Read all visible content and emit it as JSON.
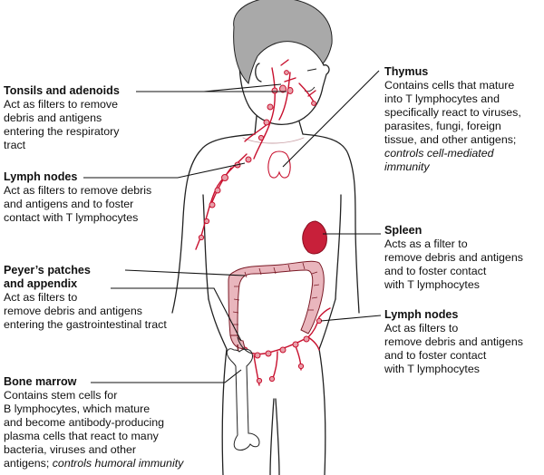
{
  "colors": {
    "lymph": "#c8102e",
    "lymph_fill": "#e8a0aa",
    "hair": "#a9a9a9",
    "outline": "#222222",
    "leader": "#111111"
  },
  "labels": {
    "tonsils": {
      "title": "Tonsils and adenoids",
      "body": [
        "Act as filters to remove",
        "debris and antigens",
        "entering the respiratory",
        "tract"
      ]
    },
    "lymph_left": {
      "title": "Lymph nodes",
      "body": [
        "Act as filters to remove debris",
        "and antigens and to foster",
        "contact with T lymphocytes"
      ]
    },
    "peyers": {
      "title_lines": [
        "Peyer’s patches",
        "and appendix"
      ],
      "body": [
        "Act as filters to",
        "remove debris and antigens",
        "entering the gastrointestinal tract"
      ]
    },
    "bone_marrow": {
      "title": "Bone marrow",
      "body": [
        "Contains stem cells for",
        "B lymphocytes, which mature",
        "and become antibody-producing",
        "plasma cells that react to many",
        "bacteria, viruses and other"
      ],
      "last_plain": "antigens; ",
      "last_italic": "controls humoral immunity"
    },
    "thymus": {
      "title": "Thymus",
      "body": [
        "Contains cells that mature",
        "into T lymphocytes and",
        "specifically react to viruses,",
        "parasites, fungi, foreign",
        "tissue, and other antigens;"
      ],
      "italic": [
        "controls cell-mediated",
        "immunity"
      ]
    },
    "spleen": {
      "title": "Spleen",
      "body": [
        "Acts as a filter to",
        "remove debris and antigens",
        "and to foster contact",
        "with T lymphocytes"
      ]
    },
    "lymph_right": {
      "title": "Lymph nodes",
      "body": [
        "Act as filters to",
        "remove debris and antigens",
        "and to foster contact",
        "with T lymphocytes"
      ]
    }
  }
}
